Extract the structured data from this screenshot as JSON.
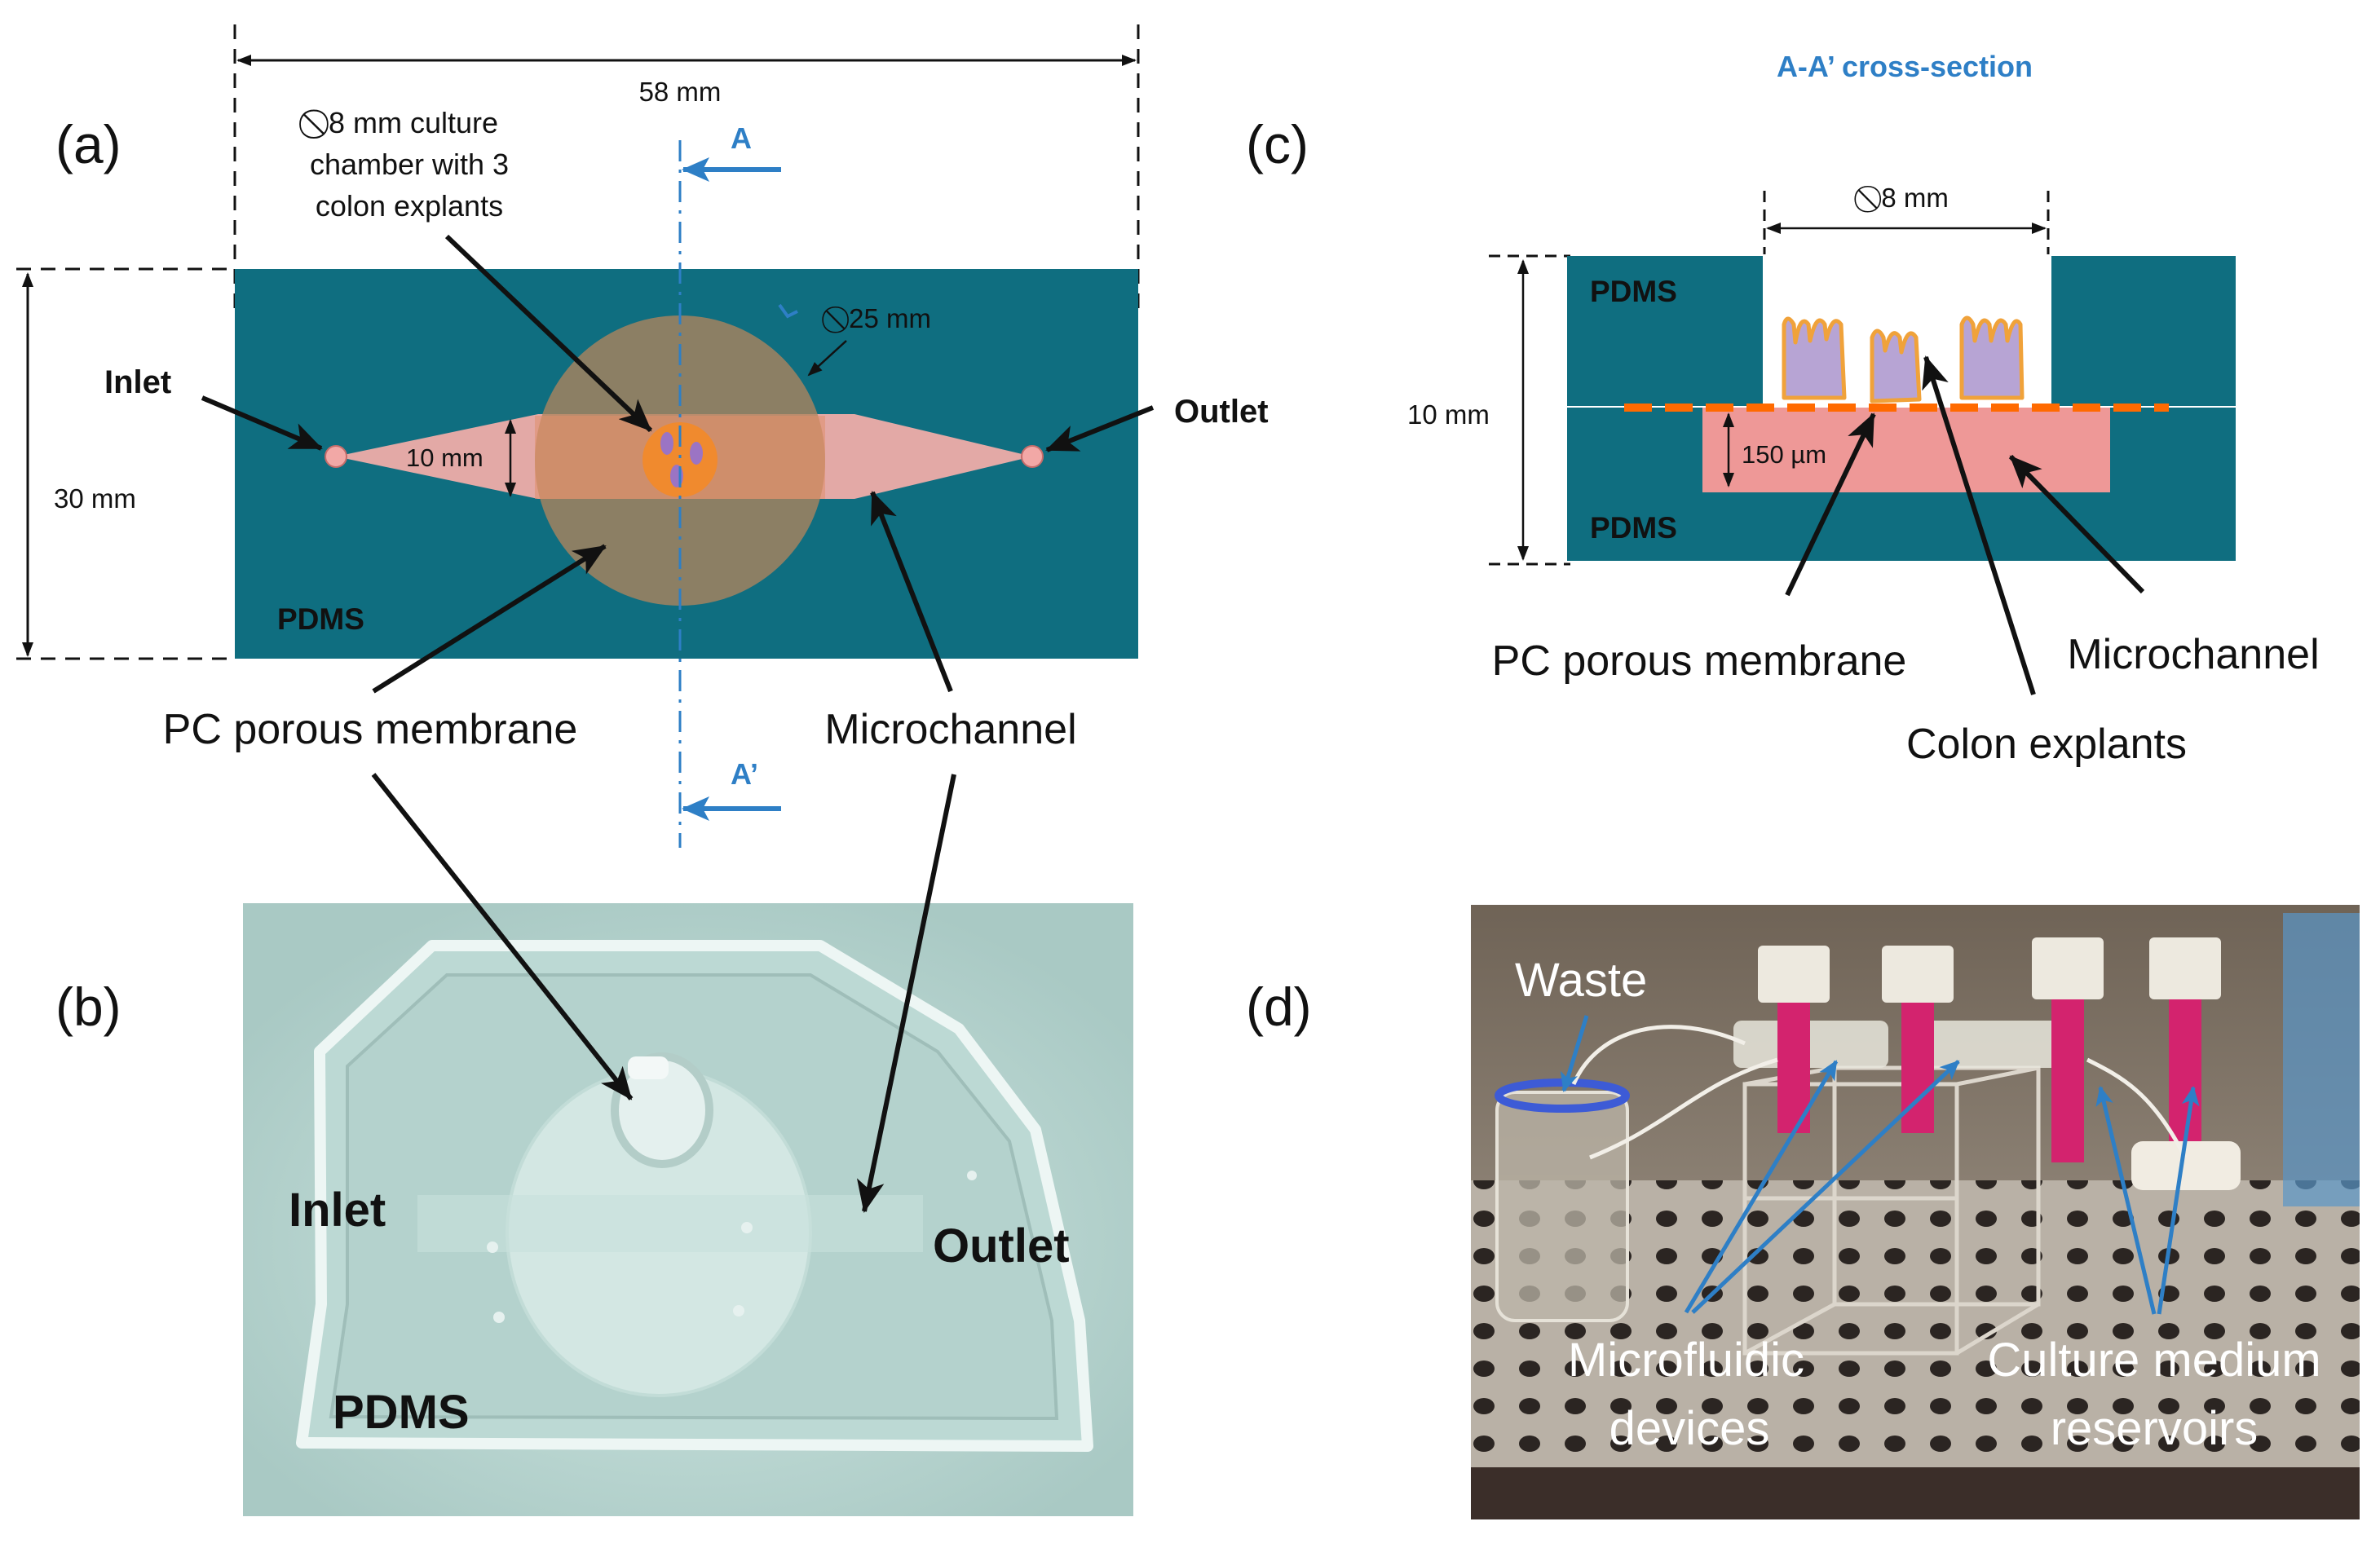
{
  "panels": {
    "a": {
      "tag": "(a)",
      "width_label": "58 mm",
      "height_label": "30 mm",
      "chamber_note": [
        "⃠  8 mm culture",
        "chamber with  3",
        "colon explants"
      ],
      "membrane_diameter": "⃠ 25 mm",
      "channel_width": "10 mm",
      "section_top": "A",
      "section_bottom": "A’",
      "inlet": "Inlet",
      "outlet": "Outlet",
      "material": "PDMS",
      "membrane_label": "PC porous membrane",
      "channel_label": "Microchannel"
    },
    "b": {
      "tag": "(b)",
      "inlet": "Inlet",
      "outlet": "Outlet",
      "material": "PDMS"
    },
    "c": {
      "tag": "(c)",
      "title": "A-A’ cross-section",
      "chamber_diameter": "⃠ 8 mm",
      "height_label": "10 mm",
      "channel_depth": "150 µm",
      "material_top": "PDMS",
      "material_bottom": "PDMS",
      "membrane_label": "PC porous membrane",
      "channel_label": "Microchannel",
      "explants_label": "Colon explants"
    },
    "d": {
      "tag": "(d)",
      "waste": "Waste",
      "devices": [
        "Microfluidic",
        "devices"
      ],
      "reservoirs": [
        "Culture medium",
        "reservoirs"
      ]
    }
  },
  "colors": {
    "pdms": "#0f6e80",
    "membrane": "#b0845c",
    "channel": "#e3a9a6",
    "chamber": "#f08a2e",
    "explant": "#a58cc8",
    "accent_blue": "#2e7fc6",
    "dashed_membrane": "#ff6a00"
  }
}
